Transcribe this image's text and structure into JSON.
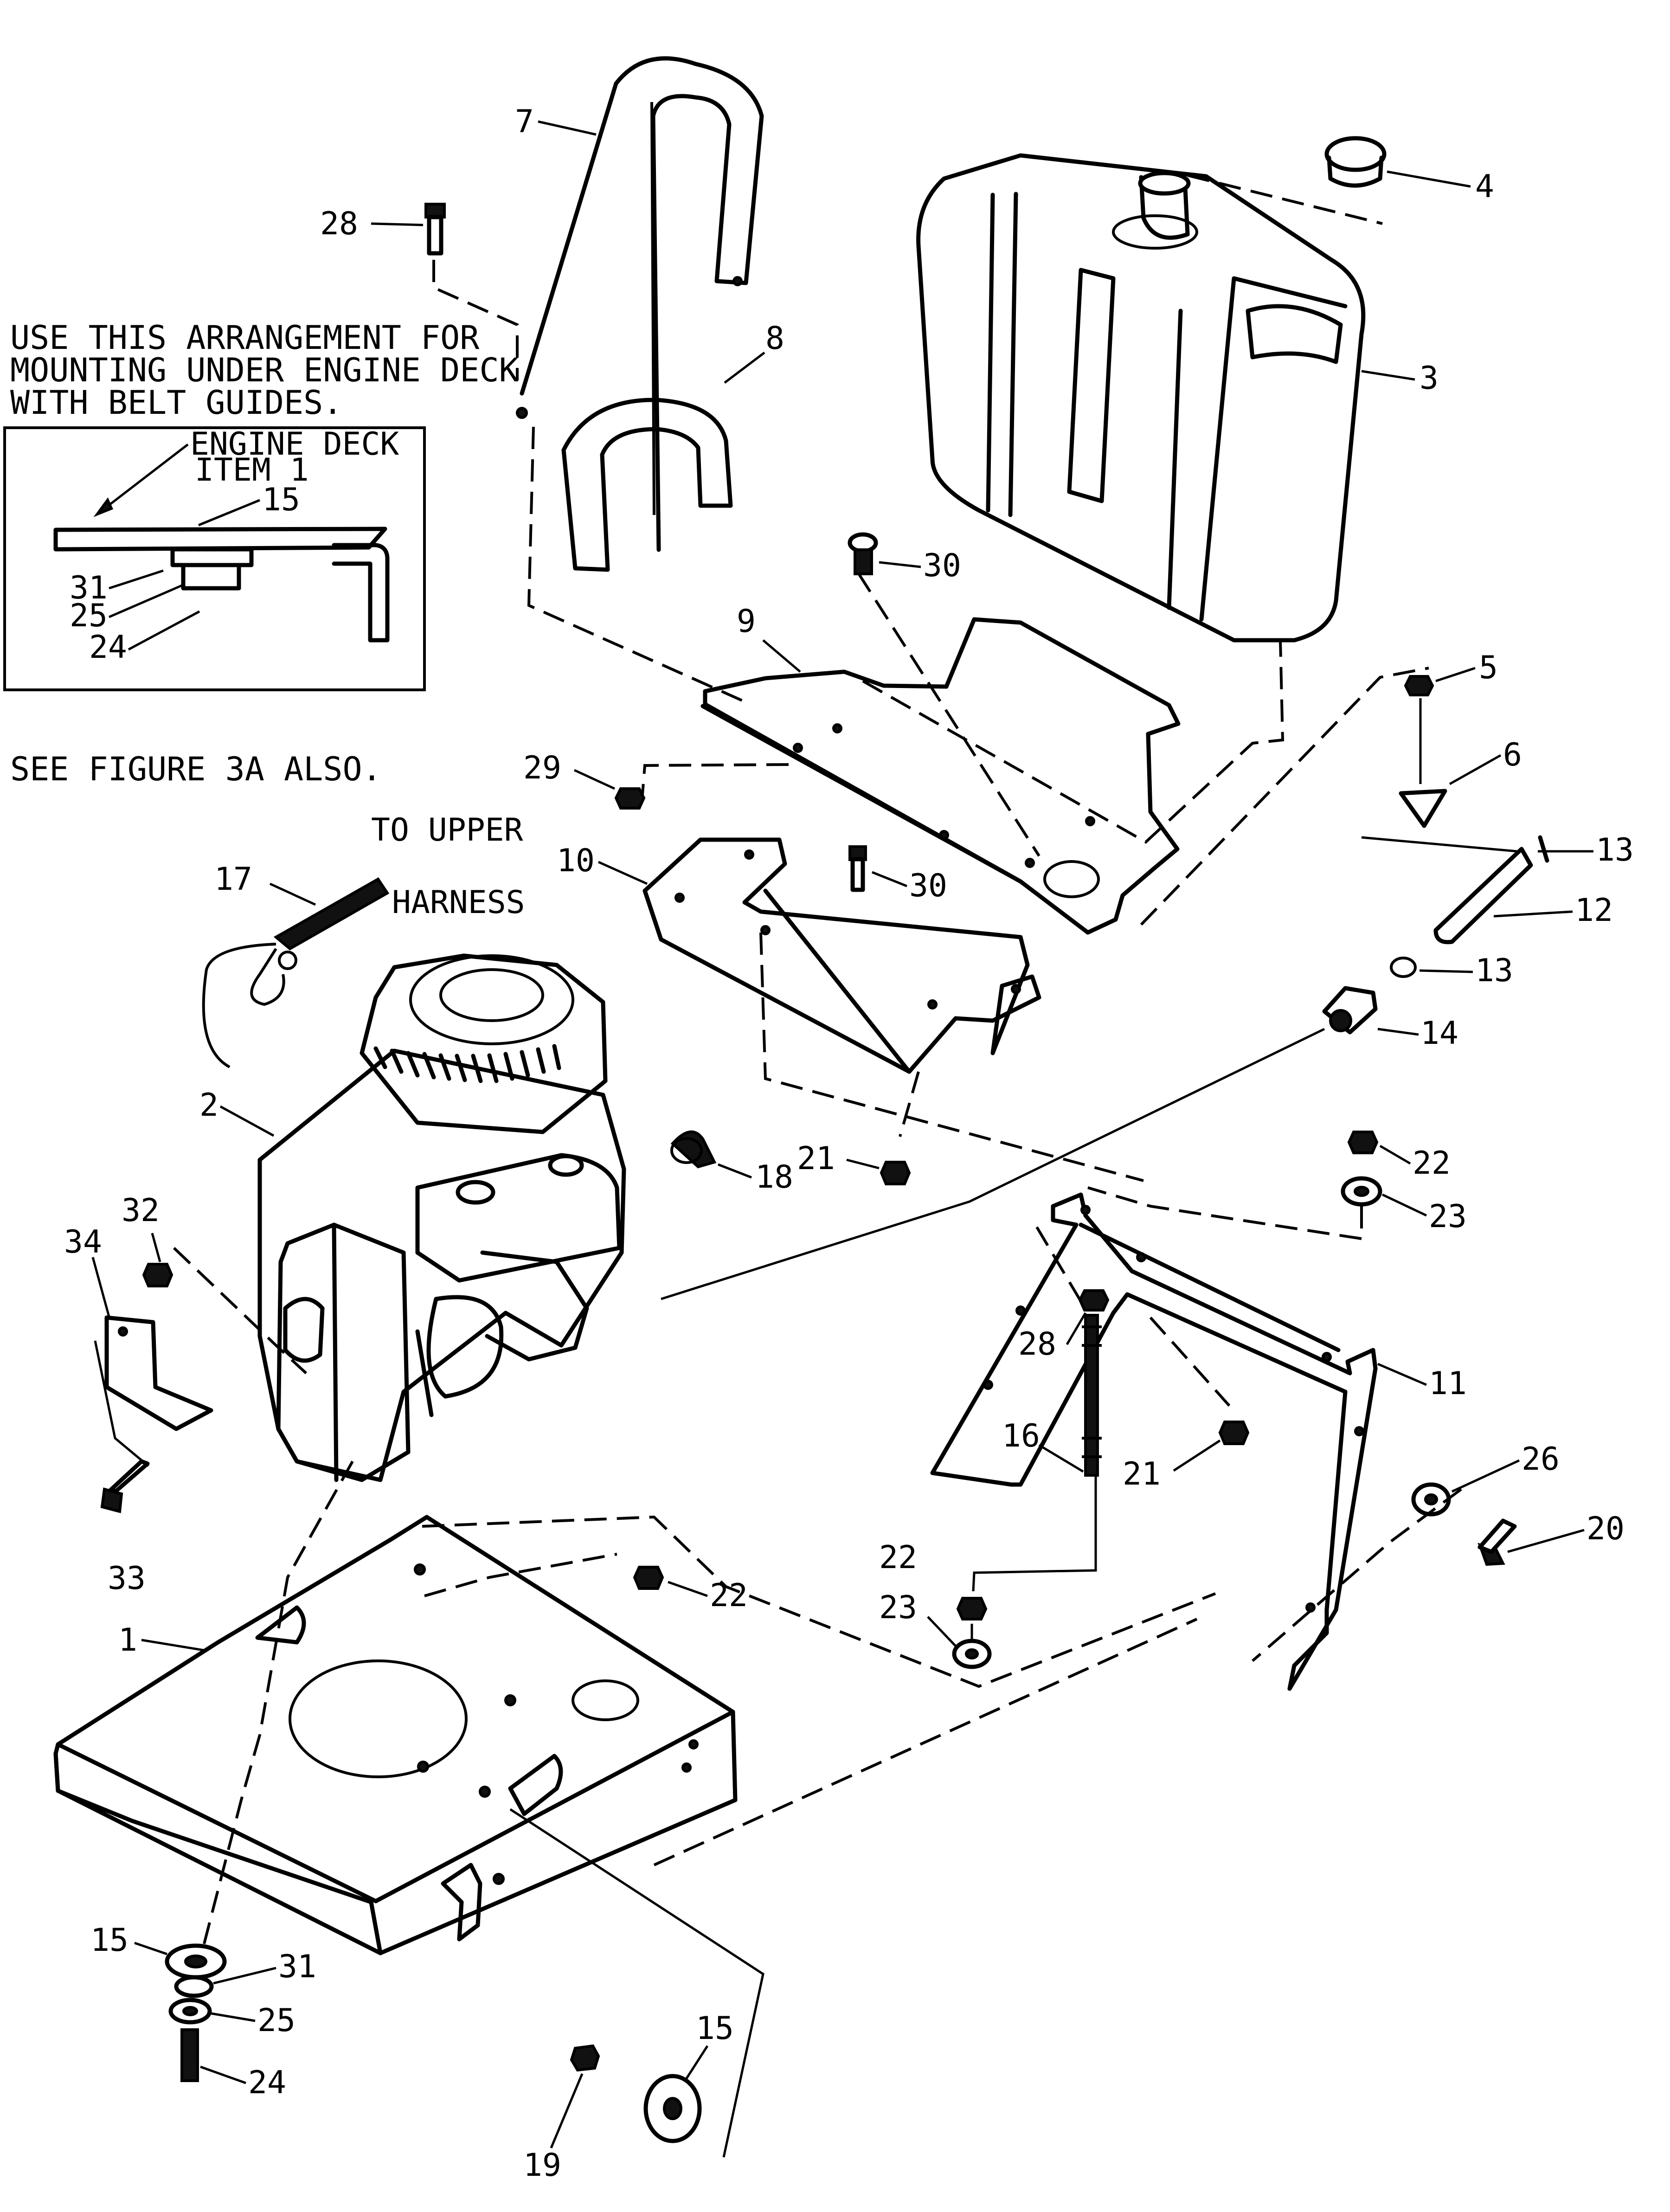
{
  "notes": {
    "arrangement": [
      "USE THIS ARRANGEMENT FOR",
      "MOUNTING UNDER ENGINE DECK",
      "WITH BELT GUIDES."
    ],
    "see_also": "SEE FIGURE 3A ALSO.",
    "inset_deck": [
      "ENGINE DECK",
      "ITEM 1"
    ],
    "harness": [
      "TO UPPER",
      "HARNESS"
    ]
  },
  "callouts": {
    "c1": "1",
    "c2": "2",
    "c3": "3",
    "c4": "4",
    "c5": "5",
    "c6": "6",
    "c7": "7",
    "c8": "8",
    "c9": "9",
    "c10": "10",
    "c11": "11",
    "c12": "12",
    "c13a": "13",
    "c13b": "13",
    "c14": "14",
    "c15": "15",
    "c15b": "15",
    "c15c": "15",
    "c16": "16",
    "c17": "17",
    "c18": "18",
    "c19": "19",
    "c20": "20",
    "c21a": "21",
    "c21b": "21",
    "c22a": "22",
    "c22b": "22",
    "c22c": "22",
    "c23a": "23",
    "c23b": "23",
    "c24": "24",
    "c24b": "24",
    "c25": "25",
    "c25b": "25",
    "c26": "26",
    "c28a": "28",
    "c28b": "28",
    "c29": "29",
    "c30a": "30",
    "c30b": "30",
    "c31": "31",
    "c31b": "31",
    "c32": "32",
    "c33": "33",
    "c34": "34"
  }
}
